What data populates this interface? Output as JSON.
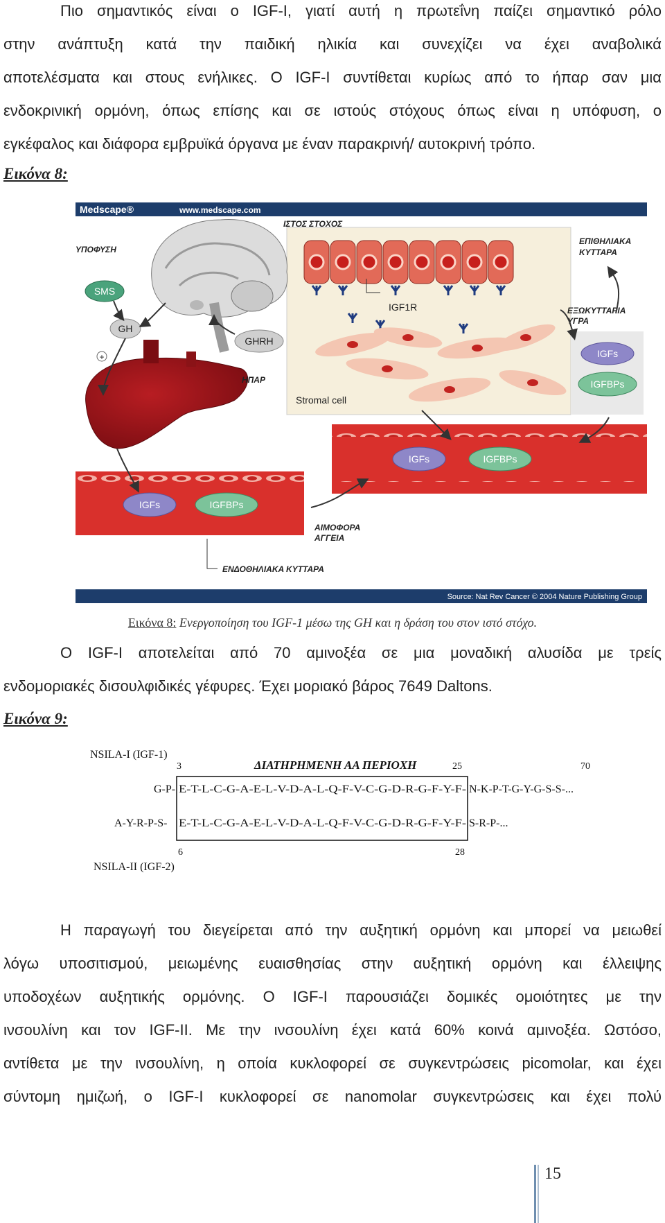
{
  "paragraph1": {
    "lines": [
      "Πιο σημαντικός είναι ο IGF-I, γιατί αυτή η πρωτεΐνη παίζει σημαντικό ρόλο",
      "στην ανάπτυξη κατά την παιδική ηλικία και συνεχίζει να έχει αναβολικά",
      "αποτελέσματα και στους ενήλικες. Ο IGF-I συντίθεται κυρίως από το ήπαρ σαν μια",
      "ενδοκρινική ορμόνη, όπως επίσης και σε ιστούς στόχους όπως είναι η υπόφυση, ο",
      "εγκέφαλος και διάφορα εμβρυϊκά όργανα με έναν παρακρινή/ αυτοκρινή τρόπο."
    ]
  },
  "figure8": {
    "heading": "Εικόνα 8:",
    "brand": "Medscape®",
    "url": "www.medscape.com",
    "source": "Source: Nat Rev Cancer © 2004 Nature Publishing Group",
    "labels": {
      "target_tissue": "ΙΣΤΟΣ ΣΤΟΧΟΣ",
      "pituitary": "ΥΠΟΦΥΣΗ",
      "epithelial_1": "ΕΠΙΘΗΛΙΑΚΑ",
      "epithelial_2": "ΚΥΤΤΑΡΑ",
      "extracellular_1": "ΕΞΩΚΥΤΤΑΡΙΑ",
      "extracellular_2": "ΥΓΡΑ",
      "sms": "SMS",
      "gh": "GH",
      "ghrh": "GHRH",
      "liver": "ΗΠΑΡ",
      "igf1r": "IGF1R",
      "stromal": "Stromal cell",
      "igfs": "IGFs",
      "igfbps": "IGFBPs",
      "plus": "+",
      "vessels_1": "ΑΙΜΟΦΟΡΑ",
      "vessels_2": "ΑΓΓΕΙΑ",
      "endothelial": "ΕΝΔΟΘΗΛΙΑΚΑ ΚΥΤΤΑΡΑ"
    },
    "caption_label": "Εικόνα 8:",
    "caption_text": " Ενεργοποίηση του IGF-1 μέσω της GH και η δράση του στον ιστό στόχο."
  },
  "paragraph2": {
    "lines": [
      "Ο IGF-I αποτελείται από 70 αμινοξέα σε μια μοναδική αλυσίδα με τρείς",
      "ενδομοριακές δισουλφιδικές γέφυρες. Έχει μοριακό βάρος 7649 Daltons."
    ]
  },
  "figure9": {
    "heading": "Εικόνα 9:",
    "label_igf1": "NSILA-I (IGF-1)",
    "label_igf2": "NSILA-II (IGF-2)",
    "region_title": "ΔΙΑΤΗΡΗΜΕΝΗ ΑΑ ΠΕΡΙΟΧΗ",
    "num_3": "3",
    "num_25": "25",
    "num_70": "70",
    "num_6": "6",
    "num_28": "28",
    "seq1_pre": "G-P-",
    "seq1_core": "E-T-L-C-G-A-E-L-V-D-A-L-Q-F-V-C-G-D-R-G-F-Y-F-",
    "seq1_post": "N-K-P-T-G-Y-G-S-S-...",
    "seq2_pre": "A-Y-R-P-S-",
    "seq2_core": "E-T-L-C-G-A-E-L-V-D-A-L-Q-F-V-C-G-D-R-G-F-Y-F-",
    "seq2_post": "S-R-P-..."
  },
  "paragraph3": {
    "lines": [
      "Η παραγωγή του διεγείρεται από την αυξητική ορμόνη και μπορεί να μειωθεί",
      "λόγω υποσιτισμού, μειωμένης ευαισθησίας στην αυξητική ορμόνη και έλλειψης",
      "υποδοχέων αυξητικής ορμόνης. Ο IGF-I παρουσιάζει δομικές ομοιότητες με την",
      "ινσουλίνη και τον IGF-II. Με την ινσουλίνη έχει κατά 60% κοινά αμινοξέα. Ωστόσο,",
      "αντίθετα με την ινσουλίνη, η οποία κυκλοφορεί σε συγκεντρώσεις picomolar, και έχει",
      "σύντομη ημιζωή, ο IGF-I κυκλοφορεί σε nanomolar συγκεντρώσεις και έχει πολύ"
    ]
  },
  "page_number": "15"
}
